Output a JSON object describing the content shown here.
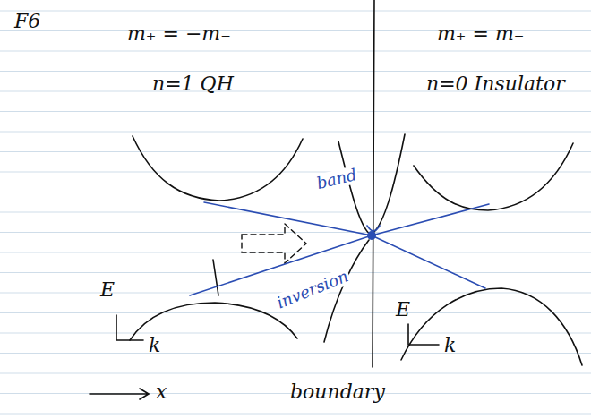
{
  "diagram": {
    "labels": [
      "F6",
      "m₊ = −m₋",
      "m₊ = m₋",
      "n=1 QH",
      "n=0 Insulator",
      "band",
      "inversion",
      "E",
      "k",
      "E",
      "k",
      "x",
      "boundary"
    ]
  }
}
